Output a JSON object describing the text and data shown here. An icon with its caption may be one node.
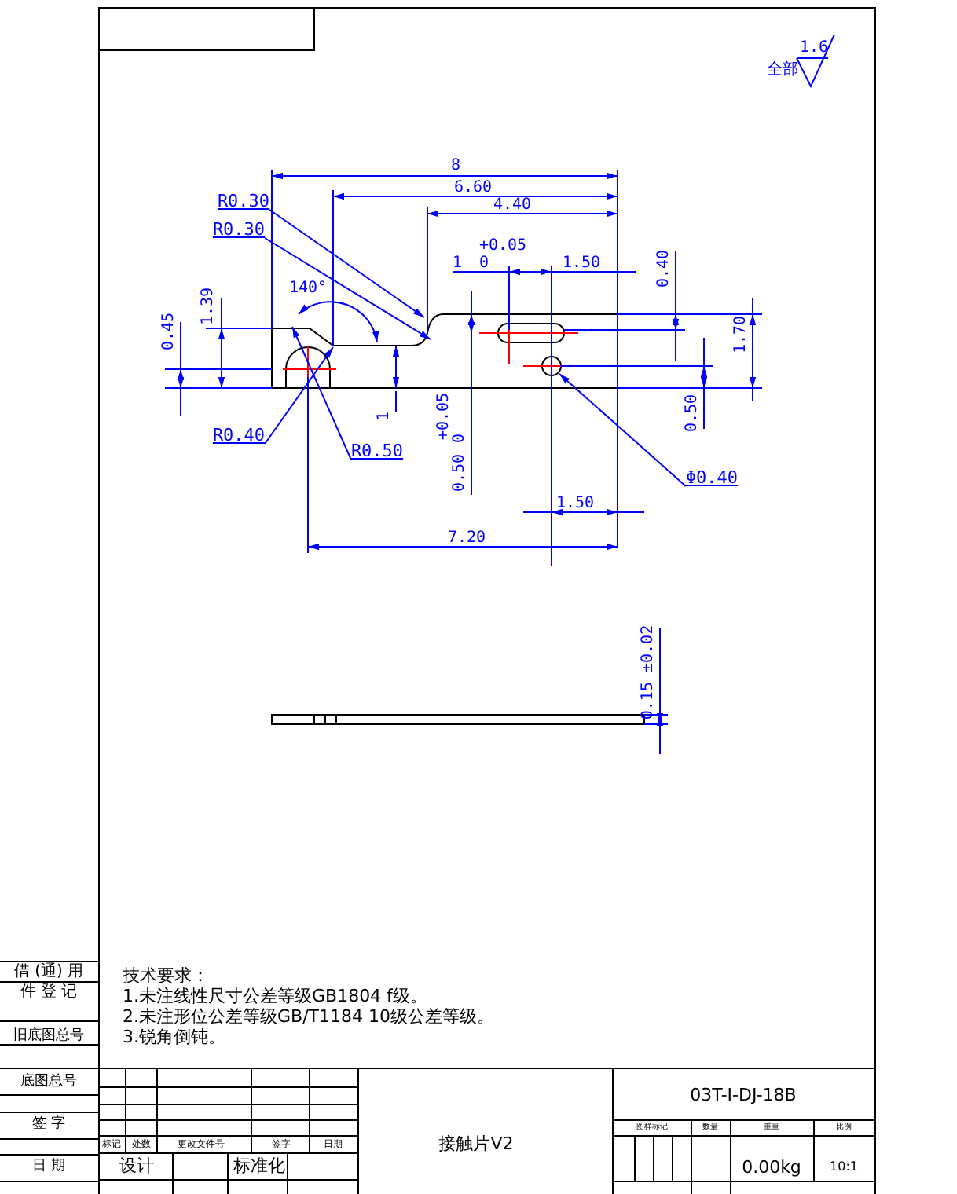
{
  "diagram": {
    "nodes": [
      {
        "text": [
          "R0.30"
        ]
      },
      {
        "text": [
          "R0.30"
        ]
      },
      {
        "text": [
          "R0.40"
        ]
      },
      {
        "text": [
          "R0.50"
        ]
      },
      {
        "text": [
          "Φ0.40"
        ]
      },
      {
        "text": [],
        "shape": "picture"
      }
    ],
    "edges": [
      {
        "from": 0,
        "to": 5,
        "arrow": "to"
      },
      {
        "from": 1,
        "to": 5,
        "arrow": "to"
      },
      {
        "from": 2,
        "to": 5,
        "arrow": "to"
      },
      {
        "from": 3,
        "to": 5,
        "arrow": "to"
      },
      {
        "from": 4,
        "to": 5,
        "arrow": "to"
      }
    ],
    "labels": [
      "8",
      "6.60",
      "4.40",
      "+0.05",
      "1",
      "0",
      "1.50",
      "0.40",
      "0.45",
      "1.39",
      "140°",
      "1.70",
      "1",
      "+0.05",
      "0",
      "0.50",
      "0.50",
      "1.50",
      "7.20",
      "0.15 ±0.02",
      "1.6",
      "全部",
      "技术要求：",
      "1.未注线性尺寸公差等级GB1804  f级。",
      "2.未注形位公差等级GB/T1184  10级公差等级。",
      "3.锐角倒钝。",
      "借 (通) 用件 登 记",
      "旧底图总号",
      "底图总号",
      "签 字",
      "日 期",
      "标记",
      "处数",
      "更改文件号",
      "签字",
      "日期",
      "设计",
      "标准化",
      "接触片V2",
      "03T-I-DJ-18B",
      "图样标记",
      "数量",
      "重量",
      "比例",
      "0.00kg",
      "10:1"
    ]
  }
}
